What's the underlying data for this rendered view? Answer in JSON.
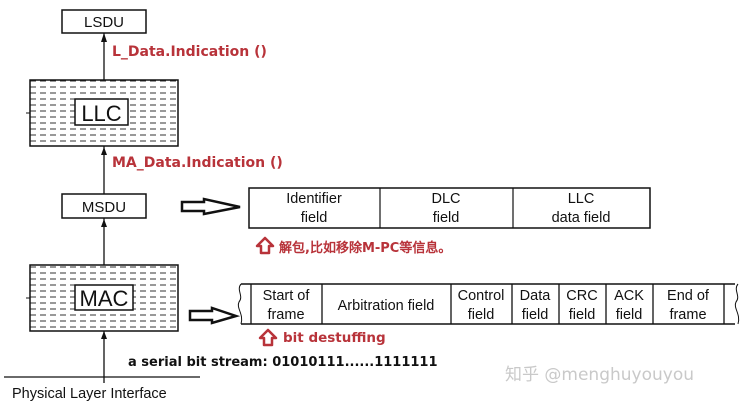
{
  "diagram": {
    "lsdu_label": "LSDU",
    "llc_label": "LLC",
    "msdu_label": "MSDU",
    "mac_label": "MAC",
    "physical_layer_label": "Physical Layer Interface",
    "l_data_indication": "L_Data.Indication ()",
    "ma_data_indication": "MA_Data.Indication ()",
    "msdu_frame": {
      "fields": [
        {
          "line1": "Identifier",
          "line2": "field"
        },
        {
          "line1": "DLC",
          "line2": "field"
        },
        {
          "line1": "LLC",
          "line2": "data field"
        }
      ]
    },
    "mac_frame": {
      "fields": [
        {
          "line1": "Start of",
          "line2": "frame"
        },
        {
          "line1": "Arbitration field",
          "line2": ""
        },
        {
          "line1": "Control",
          "line2": "field"
        },
        {
          "line1": "Data",
          "line2": "field"
        },
        {
          "line1": "CRC",
          "line2": "field"
        },
        {
          "line1": "ACK",
          "line2": "field"
        },
        {
          "line1": "End of",
          "line2": "frame"
        }
      ]
    },
    "unpack_note": "解包,比如移除M-PC等信息。",
    "destuff_note": "bit destuffing",
    "bit_stream": "a serial bit stream: 01010111......1111111",
    "watermark": "知乎 @menghuyouyou",
    "colors": {
      "annotation_red": "#b8333a",
      "line": "#111111",
      "watermark": "#c9c9c9"
    }
  }
}
